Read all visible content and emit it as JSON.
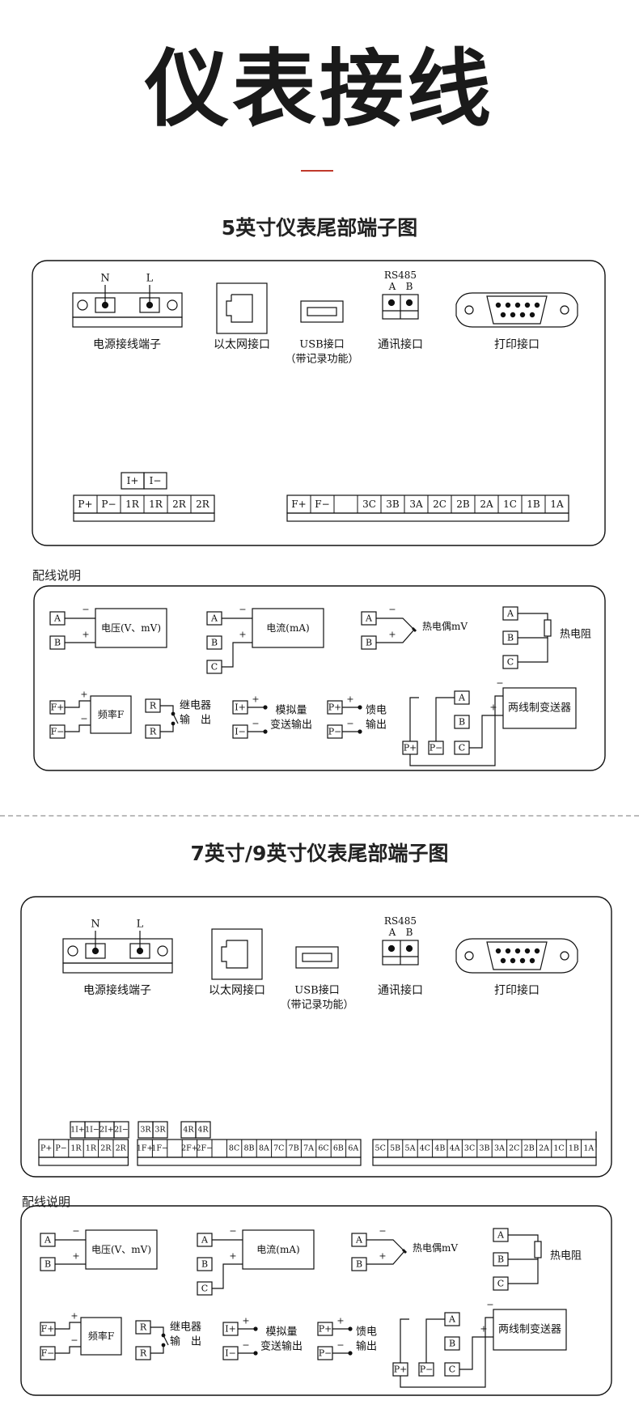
{
  "page_title": "仪表接线",
  "section1": {
    "title": "5英寸仪表尾部端子图",
    "wiring_caption": "配线说明"
  },
  "section2": {
    "title": "7英寸/9英寸仪表尾部端子图",
    "wiring_caption": "配线说明"
  },
  "connectors": {
    "power_label": "电源接线端子",
    "power_N": "N",
    "power_L": "L",
    "ethernet_label": "以太网接口",
    "usb_label1": "USB接口",
    "usb_label2": "（带记录功能）",
    "rs485": "RS485",
    "rs485_A": "A",
    "rs485_B": "B",
    "comm_label": "通讯接口",
    "print_label": "打印接口"
  },
  "terminals5": {
    "top": [
      "I+",
      "I−"
    ],
    "left": [
      "P+",
      "P−",
      "1R",
      "1R",
      "2R",
      "2R"
    ],
    "right": [
      "F+",
      "F−",
      "",
      "3C",
      "3B",
      "3A",
      "2C",
      "2B",
      "2A",
      "1C",
      "1B",
      "1A"
    ]
  },
  "terminals7": {
    "group1_top": [
      "1I+",
      "1I−",
      "2I+",
      "2I−"
    ],
    "group1": [
      "P+",
      "P−",
      "1R",
      "1R",
      "2R",
      "2R"
    ],
    "group2_top_a": [
      "3R",
      "3R"
    ],
    "group2_top_b": [
      "4R",
      "4R"
    ],
    "group2": [
      "1F+",
      "1F−",
      "",
      "2F+",
      "2F−",
      "",
      "8C",
      "8B",
      "8A",
      "7C",
      "7B",
      "7A",
      "6C",
      "6B",
      "6A"
    ],
    "group3": [
      "5C",
      "5B",
      "5A",
      "4C",
      "4B",
      "4A",
      "3C",
      "3B",
      "3A",
      "2C",
      "2B",
      "2A",
      "1C",
      "1B",
      "1A"
    ]
  },
  "wiring": {
    "A": "A",
    "B": "B",
    "C": "C",
    "minus": "−",
    "plus": "+",
    "voltage": "电压(V、mV)",
    "current": "电流(mA)",
    "thermocouple": "热电偶mV",
    "rtd": "热电阻",
    "Fplus": "F+",
    "Fminus": "F−",
    "frequency": "频率F",
    "R": "R",
    "relay1": "继电器",
    "relay2": "输　出",
    "Iplus": "I+",
    "Iminus": "I−",
    "analog1": "模拟量",
    "analog2": "变送输出",
    "Pplus": "P+",
    "Pminus": "P−",
    "feed1": "馈电",
    "feed2": "输出",
    "transmitter": "两线制变送器"
  }
}
